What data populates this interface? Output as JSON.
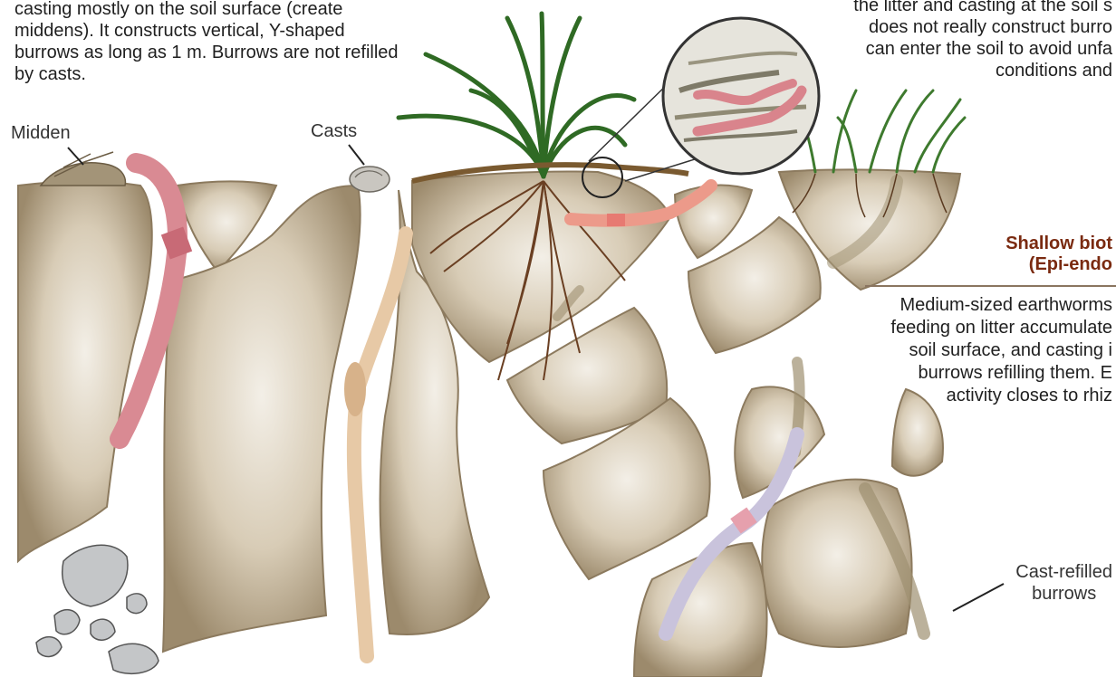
{
  "text_blocks": {
    "top_left": {
      "lines": [
        "casting mostly on the soil surface (create",
        "middens). It constructs vertical, Y-shaped",
        "burrows as long as 1 m. Burrows are not refilled",
        "by casts."
      ]
    },
    "top_right": {
      "lines": [
        "the litter and casting at the soil s",
        "does not really construct burro",
        "can  enter the soil to avoid unfa",
        "conditions and"
      ]
    },
    "shallow": {
      "heading_lines": [
        "Shallow biot",
        "(Epi-endo"
      ],
      "lines": [
        "Medium-sized earthworms",
        "feeding on litter accumulate",
        "soil surface, and casting i",
        "burrows refilling them. E",
        "activity closes to rhiz"
      ]
    }
  },
  "labels": {
    "midden": "Midden",
    "casts": "Casts",
    "cast_refilled": [
      "Cast-refilled",
      "burrows"
    ]
  },
  "colors": {
    "soil": "#b7a68c",
    "soil_dark": "#8c7a5e",
    "burrow": "#f7f4ee",
    "anecic_worm": "#d98a93",
    "pale_worm": "#e7c9a6",
    "litter_worm": "#ec9a8a",
    "endogeic_worm": "#c9c3dc",
    "grass": "#2f6a24",
    "root": "#6a3f22",
    "heading": "#7a2a10"
  }
}
